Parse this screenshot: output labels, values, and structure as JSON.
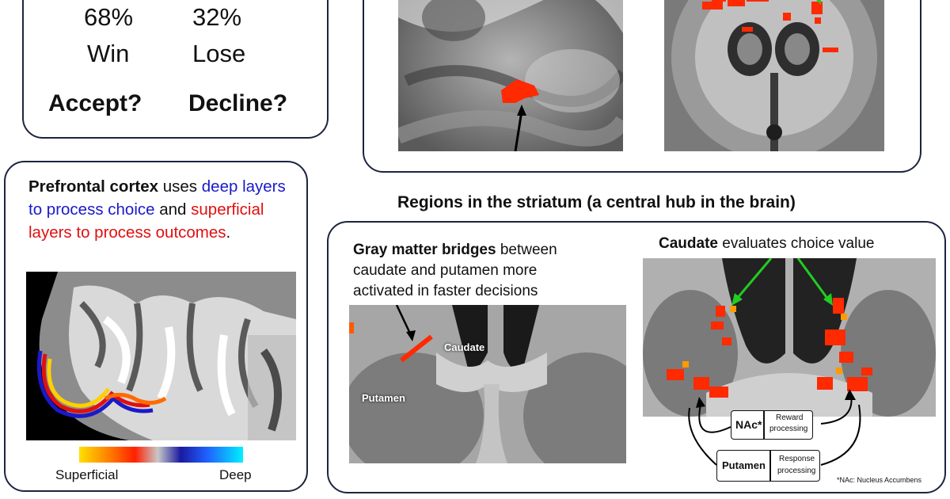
{
  "gamble": {
    "win_pct": "68%",
    "lose_pct": "32%",
    "win_label": "Win",
    "lose_label": "Lose",
    "accept_label": "Accept?",
    "decline_label": "Decline?"
  },
  "prefrontal": {
    "part1": "Prefrontal cortex",
    "part2": " uses ",
    "part3": "deep layers to process choice",
    "part4": " and ",
    "part5": "superficial layers to process outcomes",
    "part6": ".",
    "colorbar_left": "Superficial",
    "colorbar_right": "Deep"
  },
  "striatum": {
    "title": "Regions in the striatum (a central hub in the brain)",
    "bridges_bold": "Gray matter bridges",
    "bridges_rest1": " between",
    "bridges_line2": "caudate and putamen more",
    "bridges_line3": "activated in faster decisions",
    "caudate_label": "Caudate",
    "putamen_label": "Putamen",
    "caudate_bold": "Caudate",
    "caudate_rest": " evaluates choice value",
    "nac_label": "NAc*",
    "nac_desc_line1": "Reward",
    "nac_desc_line2": "processing",
    "putamen_box_label": "Putamen",
    "putamen_desc_line1": "Response",
    "putamen_desc_line2": "processing",
    "footnote": "*NAc: Nucleus Accumbens"
  },
  "colors": {
    "panel_border": "#1c2440",
    "deep_blue": "#1a1ac8",
    "superficial_red": "#e01010",
    "activation_red": "#ff2a00",
    "arrow_green": "#22cc22"
  },
  "icons": [
    "black-arrow-icon",
    "green-arrow-icon",
    "curved-arrow-icon"
  ]
}
